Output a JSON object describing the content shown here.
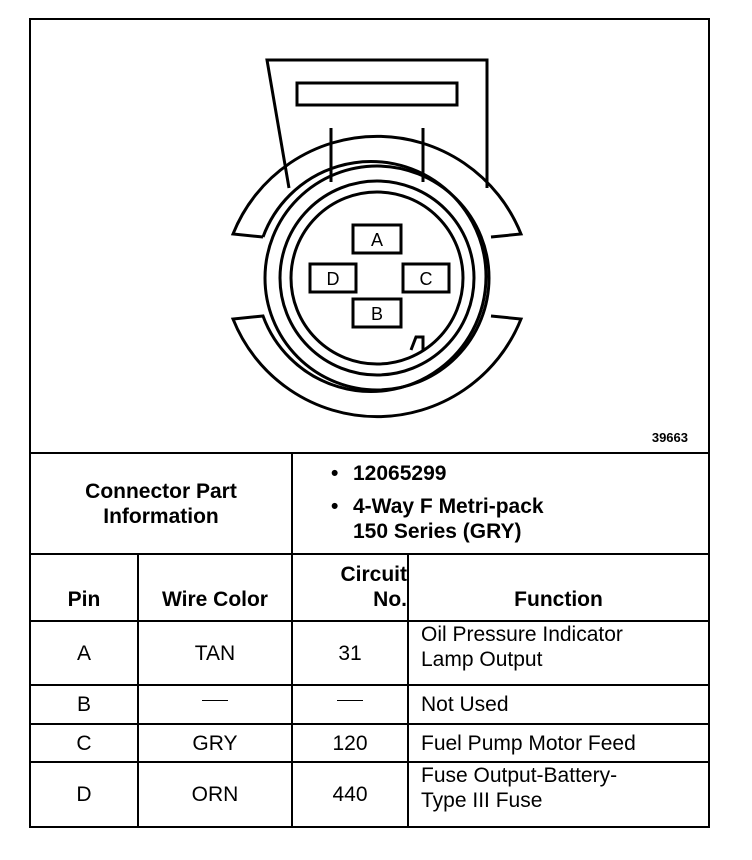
{
  "figure_id": "39663",
  "connector": {
    "pin_labels": [
      "A",
      "B",
      "C",
      "D"
    ]
  },
  "connector_part": {
    "label_line1": "Connector Part",
    "label_line2": "Information",
    "part_number": "12065299",
    "description_line1": "4-Way F Metri-pack",
    "description_line2": "150 Series (GRY)",
    "bullet": "•"
  },
  "table": {
    "headers": {
      "pin": "Pin",
      "wire_color": "Wire Color",
      "circuit_line1": "Circuit",
      "circuit_line2": "No.",
      "function": "Function"
    },
    "rows": [
      {
        "pin": "A",
        "wire_color": "TAN",
        "circuit": "31",
        "function_line1": "Oil Pressure Indicator",
        "function_line2": "Lamp Output"
      },
      {
        "pin": "B",
        "wire_color": "—",
        "circuit": "—",
        "function_line1": "Not Used",
        "function_line2": ""
      },
      {
        "pin": "C",
        "wire_color": "GRY",
        "circuit": "120",
        "function_line1": "Fuel Pump Motor Feed",
        "function_line2": ""
      },
      {
        "pin": "D",
        "wire_color": "ORN",
        "circuit": "440",
        "function_line1": "Fuse Output-Battery-",
        "function_line2": "Type III Fuse"
      }
    ]
  }
}
